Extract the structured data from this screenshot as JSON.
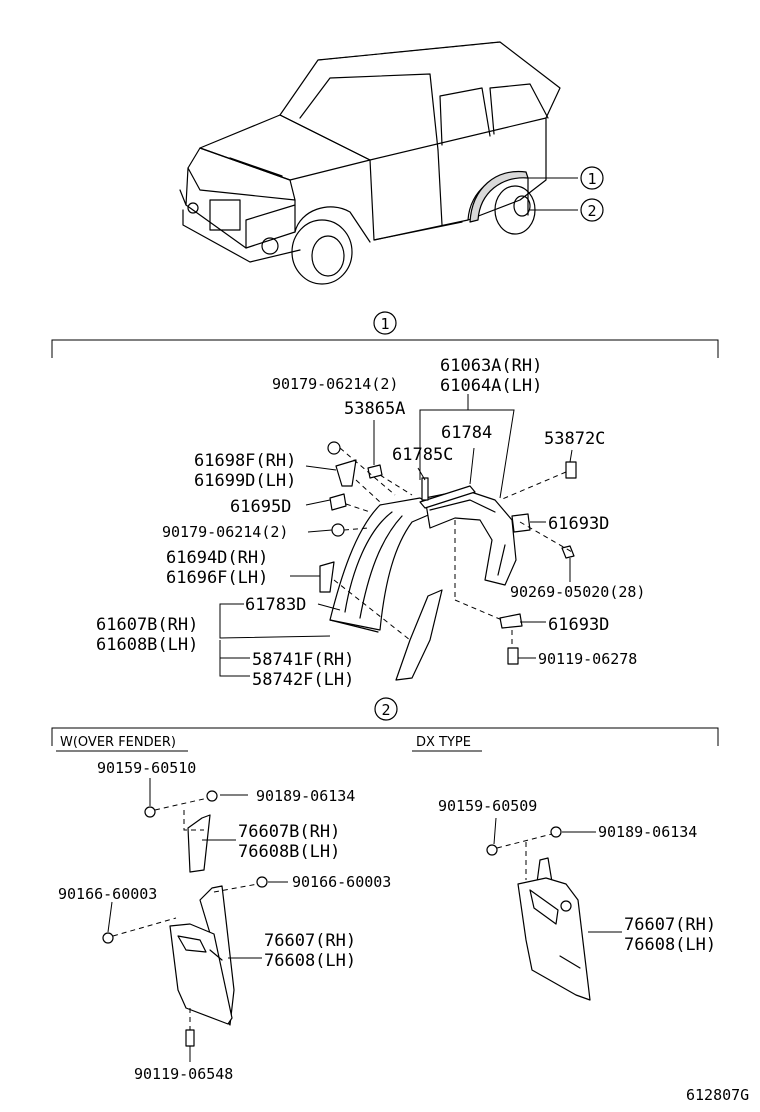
{
  "callouts": {
    "one": "1",
    "two": "2"
  },
  "section1": {
    "labels": {
      "p61063A": "61063A(RH)",
      "p61064A": "61064A(LH)",
      "p90179a": "90179-06214(2)",
      "p53865A": "53865A",
      "p61784": "61784",
      "p61785C": "61785C",
      "p53872C": "53872C",
      "p61698F": "61698F(RH)",
      "p61699D": "61699D(LH)",
      "p61695D": "61695D",
      "p90179b": "90179-06214(2)",
      "p61693Da": "61693D",
      "p61694D": "61694D(RH)",
      "p61696F": "61696F(LH)",
      "p90269": "90269-05020(28)",
      "p61783D": "61783D",
      "p61607B": "61607B(RH)",
      "p61608B": "61608B(LH)",
      "p61693Db": "61693D",
      "p90119a": "90119-06278",
      "p58741F": "58741F(RH)",
      "p58742F": "58742F(LH)"
    }
  },
  "section2": {
    "left_header": "W(OVER FENDER)",
    "right_header": "DX TYPE",
    "labels": {
      "p90159a": "90159-60510",
      "p90189a": "90189-06134",
      "p76607B": "76607B(RH)",
      "p76608B": "76608B(LH)",
      "p90166a": "90166-60003",
      "p90166b": "90166-60003",
      "p76607a": "76607(RH)",
      "p76608a": "76608(LH)",
      "p90119b": "90119-06548",
      "p90159b": "90159-60509",
      "p90189b": "90189-06134",
      "p76607b": "76607(RH)",
      "p76608b": "76608(LH)"
    }
  },
  "figure_id": "612807G"
}
